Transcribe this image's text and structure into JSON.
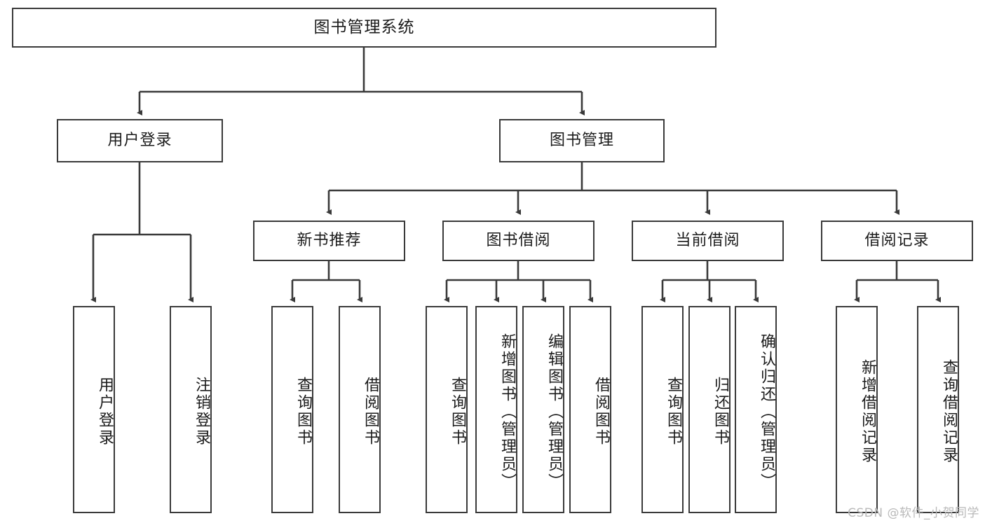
{
  "diagram": {
    "type": "tree",
    "title": "图书管理系统",
    "watermark": "CSDN @软件_小贺同学",
    "colors": {
      "box_border": "#3a3a3a",
      "box_fill": "#ffffff",
      "line": "#3a3a3a",
      "text": "#1b1b1b",
      "watermark": "#b9b9b9"
    },
    "level1": {
      "label": "图书管理系统"
    },
    "level2": [
      {
        "label": "用户登录"
      },
      {
        "label": "图书管理"
      }
    ],
    "level3": [
      {
        "label": "新书推荐"
      },
      {
        "label": "图书借阅"
      },
      {
        "label": "当前借阅"
      },
      {
        "label": "借阅记录"
      }
    ],
    "leaves": {
      "user_login": [
        {
          "label": "用户登录"
        },
        {
          "label": "注销登录"
        }
      ],
      "new_book_recommend": [
        {
          "label": "查询图书"
        },
        {
          "label": "借阅图书"
        }
      ],
      "book_borrow": [
        {
          "label": "查询图书"
        },
        {
          "label": "新增图书（管理员）"
        },
        {
          "label": "编辑图书（管理员）"
        },
        {
          "label": "借阅图书"
        }
      ],
      "current_borrow": [
        {
          "label": "查询图书"
        },
        {
          "label": "归还图书"
        },
        {
          "label": "确认归还（管理员）"
        }
      ],
      "borrow_record": [
        {
          "label": "新增借阅记录"
        },
        {
          "label": "查询借阅记录"
        }
      ]
    }
  }
}
